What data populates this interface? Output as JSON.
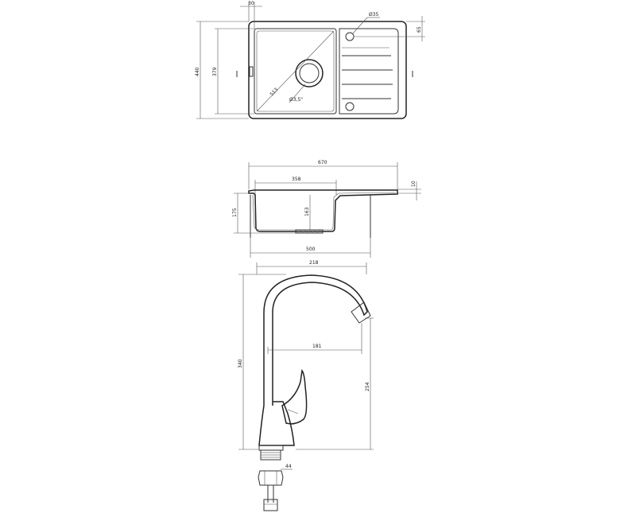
{
  "top_view": {
    "dims": {
      "width_overall": "440",
      "width_inner": "379",
      "edge_offset": "30",
      "tap_hole_diameter": "Ø35",
      "tap_hole_offset": "65",
      "bowl_diagonal": "513",
      "drain_diameter": "Ø3,5\""
    }
  },
  "side_view": {
    "dims": {
      "length_overall": "670",
      "bowl_width": "358",
      "rim_height": "10",
      "total_depth": "175",
      "bowl_depth": "163",
      "cabinet_width": "500"
    }
  },
  "faucet": {
    "dims": {
      "spout_reach_total": "218",
      "total_height": "340",
      "spout_reach": "181",
      "spout_height": "254",
      "thread_diameter": "44"
    }
  }
}
